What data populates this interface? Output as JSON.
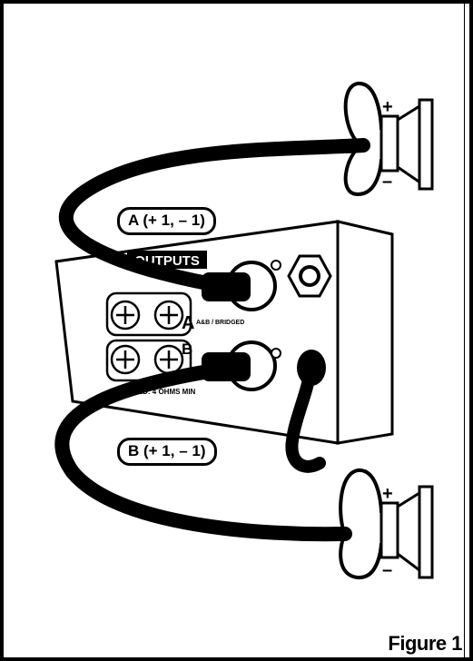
{
  "figure_label": "Figure 1",
  "cable_a_label": "A (+ 1, – 1)",
  "cable_b_label": "B (+ 1, – 1)",
  "panel": {
    "outputs_label": "OUTPUTS",
    "channel_a": "A",
    "channel_a_sub": "A&B / BRIDGED",
    "channel_b": "B",
    "bridged_note": "BRIDGED: 4 OHMS MIN"
  },
  "speaker_plus": "+",
  "speaker_minus": "–"
}
